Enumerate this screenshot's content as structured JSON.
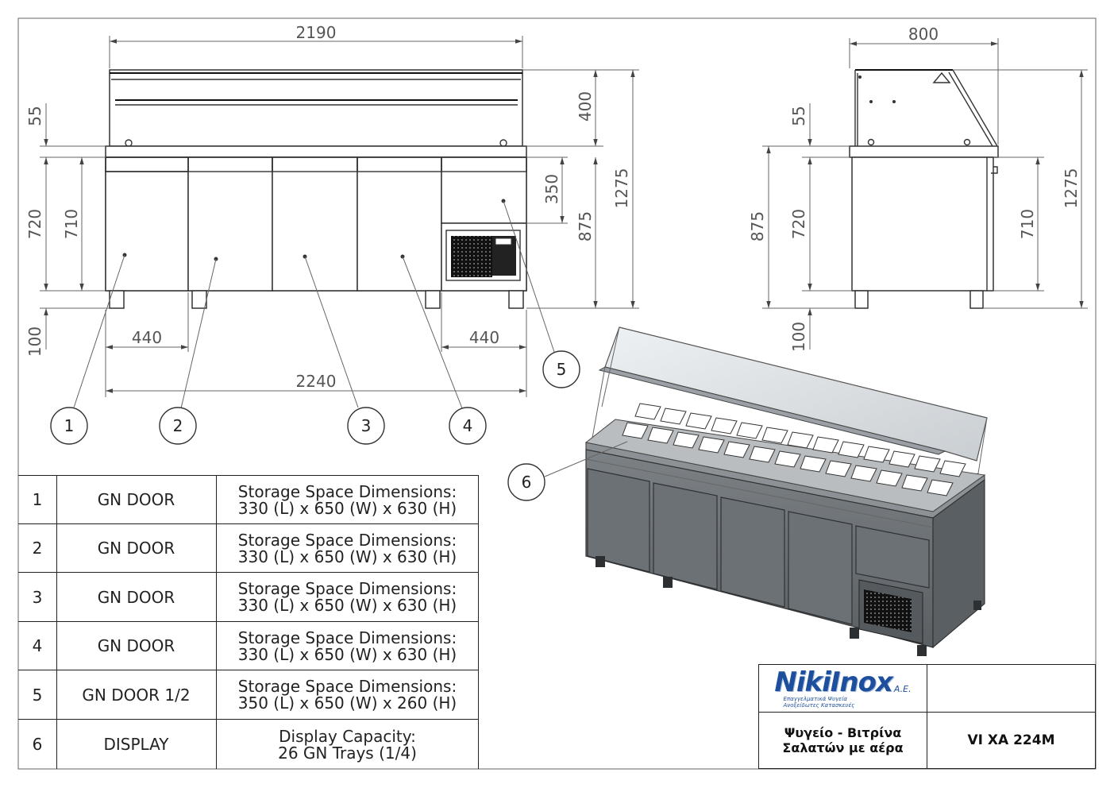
{
  "front_view": {
    "dim_width_top": "2190",
    "dim_width_bottom": "2240",
    "dim_door_left": "440",
    "dim_door_right": "440",
    "dim_55": "55",
    "dim_720": "720",
    "dim_710": "710",
    "dim_100": "100",
    "dim_400": "400",
    "dim_350": "350",
    "dim_875": "875",
    "dim_1275": "1275"
  },
  "side_view": {
    "dim_width": "800",
    "dim_55": "55",
    "dim_875": "875",
    "dim_720": "720",
    "dim_710": "710",
    "dim_1275": "1275",
    "dim_100": "100"
  },
  "balloons": [
    "1",
    "2",
    "3",
    "4",
    "5",
    "6"
  ],
  "parts": [
    {
      "no": "1",
      "name": "GN DOOR",
      "desc_line1": "Storage Space Dimensions:",
      "desc_line2": "330 (L) x 650 (W) x 630 (H)"
    },
    {
      "no": "2",
      "name": "GN DOOR",
      "desc_line1": "Storage Space Dimensions:",
      "desc_line2": "330 (L) x 650 (W) x 630 (H)"
    },
    {
      "no": "3",
      "name": "GN DOOR",
      "desc_line1": "Storage Space Dimensions:",
      "desc_line2": "330 (L) x 650 (W) x 630 (H)"
    },
    {
      "no": "4",
      "name": "GN DOOR",
      "desc_line1": "Storage Space Dimensions:",
      "desc_line2": "330 (L) x 650 (W) x 630 (H)"
    },
    {
      "no": "5",
      "name": "GN DOOR 1/2",
      "desc_line1": "Storage Space Dimensions:",
      "desc_line2": "350 (L) x 650 (W) x 260 (H)"
    },
    {
      "no": "6",
      "name": "DISPLAY",
      "desc_line1": "Display Capacity:",
      "desc_line2": "26 GN Trays (1/4)"
    }
  ],
  "title_block": {
    "logo_text": "NikiInox",
    "logo_suffix": "A.E.",
    "logo_tagline_1": "Επαγγελματικά Ψυγεία",
    "logo_tagline_2": "Ανοξείδωτες Κατασκευές",
    "product_name_1": "Ψυγείο - Βιτρίνα",
    "product_name_2": "Σαλατών με αέρα",
    "model_code": "VI XA 224M"
  },
  "colors": {
    "line": "#333333",
    "metal": "#6f7478",
    "metal_dark": "#4e5357",
    "logo_blue": "#1d4f9c"
  }
}
